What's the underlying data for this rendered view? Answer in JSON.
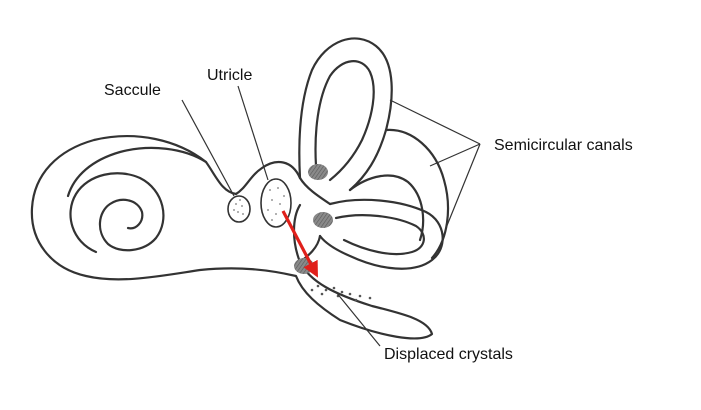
{
  "labels": {
    "saccule": "Saccule",
    "utricle": "Utricle",
    "semicircular_canals": "Semicircular canals",
    "displaced_crystals": "Displaced crystals"
  },
  "colors": {
    "outline": "#333333",
    "arrow": "#e0201b",
    "spot": "#6d6d6d",
    "text": "#111111"
  }
}
